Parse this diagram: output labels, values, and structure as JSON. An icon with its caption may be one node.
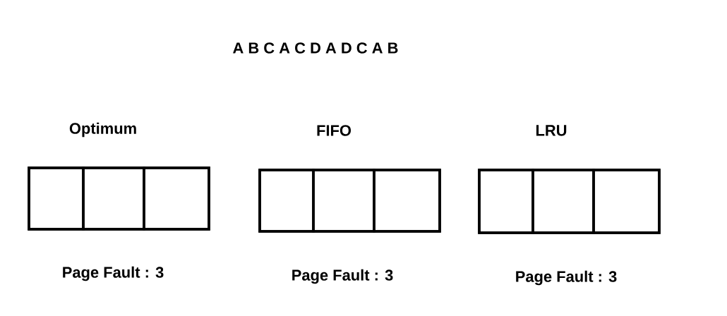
{
  "diagram": {
    "nodes": [
      {
        "text": [
          "Optimum"
        ],
        "beside": [
          "Page Fault : 3"
        ]
      },
      {
        "text": [],
        "shape": "box",
        "in": 0
      },
      {
        "text": [],
        "shape": "box",
        "in": 0
      },
      {
        "text": [],
        "shape": "box",
        "in": 0
      },
      {
        "text": [
          "FIFO"
        ],
        "beside": [
          "Page Fault : 3"
        ]
      },
      {
        "text": [],
        "shape": "box",
        "in": 4
      },
      {
        "text": [],
        "shape": "box",
        "in": 4
      },
      {
        "text": [],
        "shape": "box",
        "in": 4
      },
      {
        "text": [
          "LRU"
        ],
        "beside": [
          "Page Fault : 3"
        ]
      },
      {
        "text": [],
        "shape": "box",
        "in": 8
      },
      {
        "text": [],
        "shape": "box",
        "in": 8
      },
      {
        "text": [],
        "shape": "box",
        "in": 8
      }
    ],
    "edges": [],
    "labels": [
      "A B C A C D A D C A B"
    ]
  }
}
